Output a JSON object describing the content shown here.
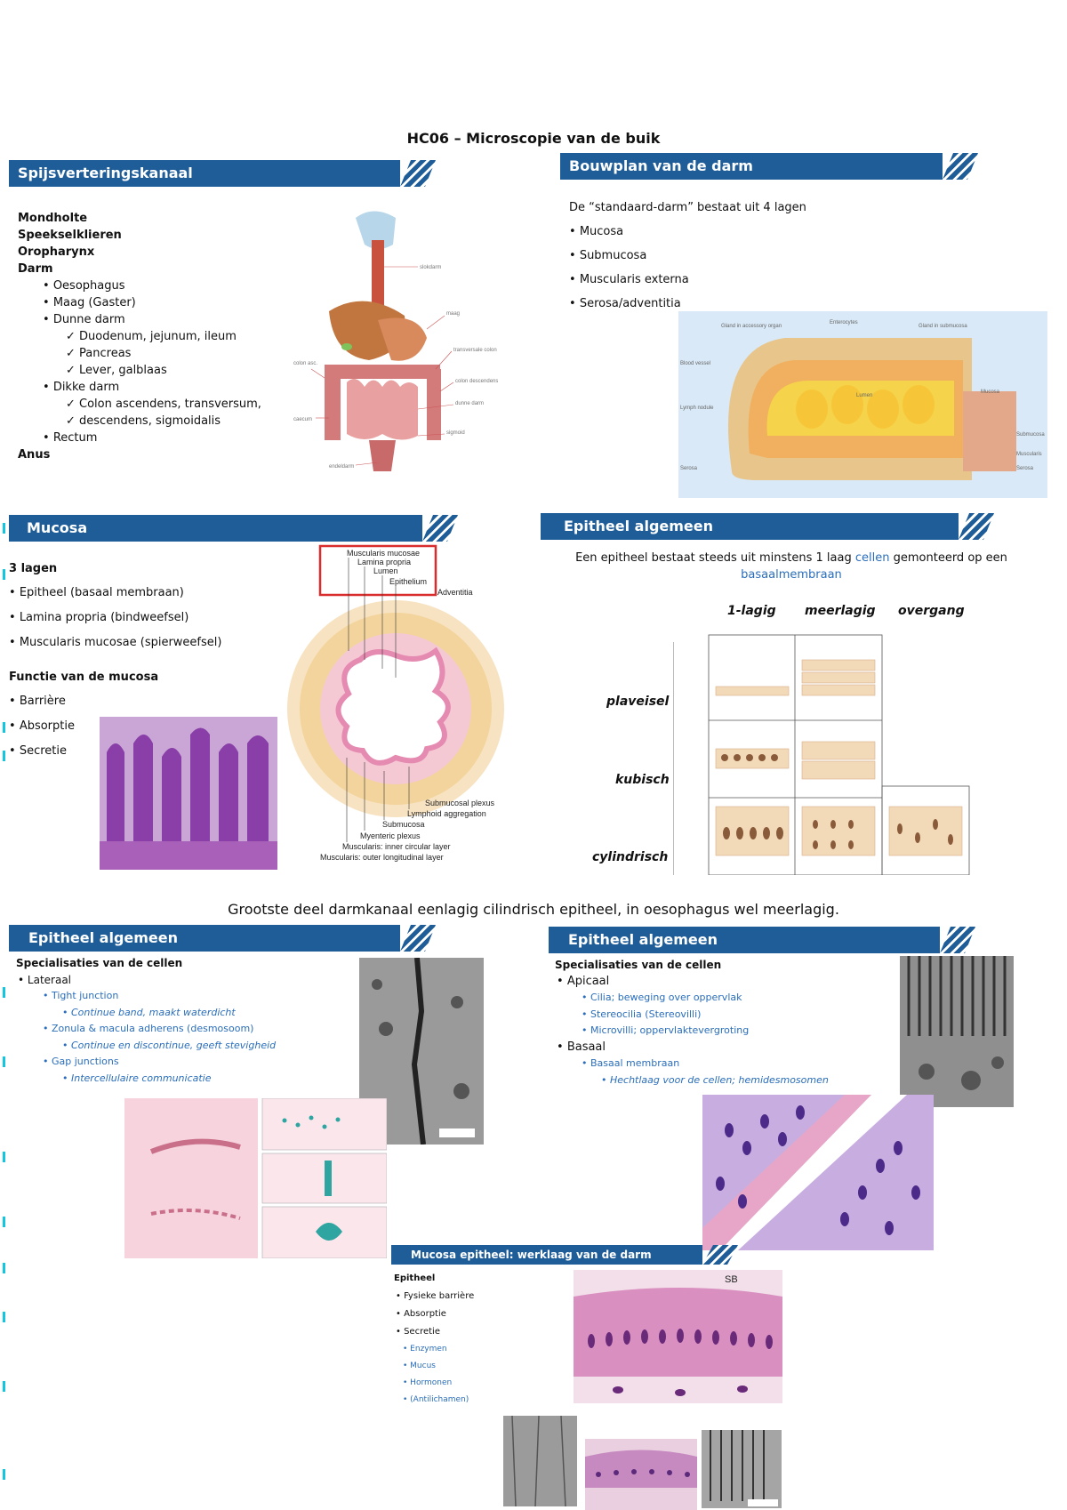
{
  "title": "HC06 – Microscopie van de buik",
  "s1": {
    "header": "Spijsverteringskanaal",
    "top": [
      "Mondholte",
      "Speekselklieren",
      "Oropharynx",
      "Darm"
    ],
    "darm_items": [
      "Oesophagus",
      "Maag (Gaster)",
      "Dunne darm"
    ],
    "dunne_sub": [
      "Duodenum, jejunum, ileum",
      "Pancreas",
      "Lever, galblaas"
    ],
    "dikke": "Dikke darm",
    "dikke_sub": [
      "Colon ascendens, transversum,",
      "descendens, sigmoidalis"
    ],
    "rectum": "Rectum",
    "anus": "Anus"
  },
  "s2": {
    "header": "Bouwplan van de darm",
    "intro": "De “standaard-darm” bestaat uit 4 lagen",
    "items": [
      "Mucosa",
      "Submucosa",
      "Muscularis externa",
      "Serosa/adventitia"
    ]
  },
  "s3": {
    "header": "Mucosa",
    "lagen_title": "3 lagen",
    "lagen": [
      "Epitheel (basaal membraan)",
      "Lamina propria (bindweefsel)",
      "Muscularis mucosae (spierweefsel)"
    ],
    "functie_title": "Functie van de mucosa",
    "functies": [
      "Barrière",
      "Absorptie",
      "Secretie"
    ],
    "diagram_labels": {
      "top": [
        "Muscularis mucosae",
        "Lamina propria",
        "Lumen",
        "Epithelium",
        "Adventitia"
      ],
      "bottom": [
        "Submucosal plexus",
        "Lymphoid aggregation",
        "Submucosa",
        "Myenteric plexus",
        "Muscularis: inner circular layer",
        "Muscularis: outer longitudinal layer"
      ]
    }
  },
  "s4": {
    "header": "Epitheel algemeen",
    "intro_a": "Een epitheel bestaat steeds uit minstens 1 laag ",
    "intro_cellen": "cellen",
    "intro_b": " gemonteerd op een",
    "intro_c": "basaalmembraan",
    "cols": [
      "1-lagig",
      "meerlagig",
      "overgang"
    ],
    "rows": [
      "plaveisel",
      "kubisch",
      "cylindrisch"
    ]
  },
  "note": "Grootste deel darmkanaal eenlagig cilindrisch epitheel, in oesophagus wel meerlagig.",
  "s5": {
    "header": "Epitheel algemeen",
    "spec_title": "Specialisaties van de cellen",
    "lateraal": "Lateraal",
    "tight": "Tight junction",
    "tight_sub": "Continue band, maakt waterdicht",
    "zonula": "Zonula & macula adherens (desmosoom)",
    "zonula_sub": "Continue en discontinue, geeft stevigheid",
    "gap": "Gap junctions",
    "gap_sub": "Intercellulaire communicatie"
  },
  "s6": {
    "header": "Epitheel algemeen",
    "spec_title": "Specialisaties van de cellen",
    "apicaal": "Apicaal",
    "apicaal_items": [
      "Cilia; beweging over oppervlak",
      "Stereocilia (Stereovilli)",
      "Microvilli; oppervlaktevergroting"
    ],
    "basaal": "Basaal",
    "basaal_item": "Basaal membraan",
    "basaal_sub": "Hechtlaag voor de cellen; hemidesmosomen"
  },
  "s7": {
    "header": "Mucosa epitheel: werklaag van de darm",
    "title": "Epitheel",
    "items": [
      "Fysieke barrière",
      "Absorptie",
      "Secretie"
    ],
    "secretie_items": [
      "Enzymen",
      "Mucus",
      "Hormonen",
      "(Antilichamen)"
    ],
    "sb_label": "SB"
  },
  "colors": {
    "banner": "#1f5d99",
    "link": "#2a6ebb",
    "highlight_box": "#d92c2c"
  }
}
